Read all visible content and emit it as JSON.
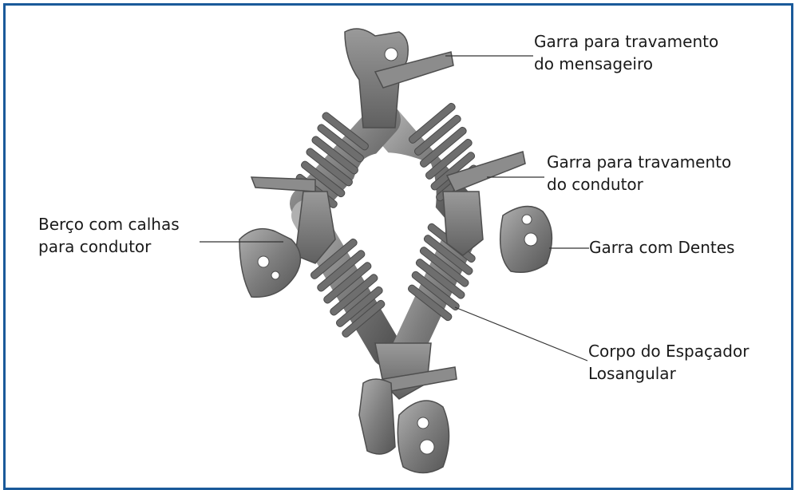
{
  "diagram": {
    "border_color": "#1a5a9a",
    "part_color": "#8a8a8a",
    "labels": {
      "messenger_clamp": {
        "line1": "Garra para travamento",
        "line2": "do mensageiro"
      },
      "conductor_clamp": {
        "line1": "Garra para travamento",
        "line2": "do condutor"
      },
      "cradle": {
        "line1": "Berço com calhas",
        "line2": "para condutor"
      },
      "teeth_clamp": {
        "line1": "Garra com Dentes"
      },
      "body": {
        "line1": "Corpo do Espaçador",
        "line2": "Losangular"
      }
    }
  }
}
